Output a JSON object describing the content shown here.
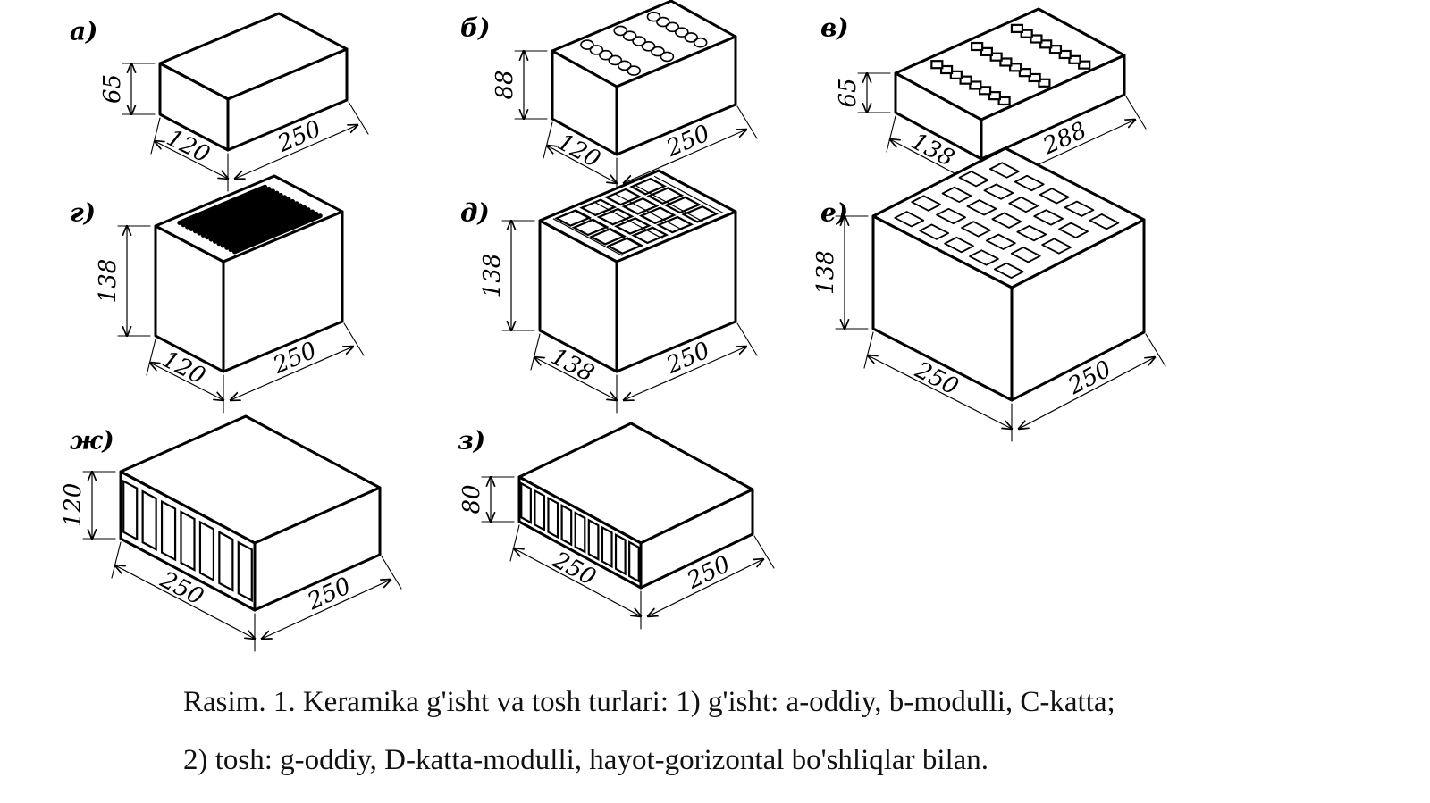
{
  "figure": {
    "panels": [
      {
        "id": "a",
        "label": "а)",
        "height": "65",
        "width": "120",
        "length": "250",
        "holes": "none"
      },
      {
        "id": "b",
        "label": "б)",
        "height": "88",
        "width": "120",
        "length": "250",
        "holes": "round"
      },
      {
        "id": "v",
        "label": "в)",
        "height": "65",
        "width": "138",
        "length": "288",
        "holes": "square"
      },
      {
        "id": "g",
        "label": "г)",
        "height": "138",
        "width": "120",
        "length": "250",
        "holes": "slots"
      },
      {
        "id": "d",
        "label": "д)",
        "height": "138",
        "width": "138",
        "length": "250",
        "holes": "grid"
      },
      {
        "id": "e",
        "label": "е)",
        "height": "138",
        "width": "250",
        "length": "250",
        "holes": "blocks"
      },
      {
        "id": "zh",
        "label": "ж)",
        "height": "120",
        "width": "250",
        "length": "250",
        "holes": "horizontal"
      },
      {
        "id": "z",
        "label": "з)",
        "height": "80",
        "width": "250",
        "length": "250",
        "holes": "horizontal"
      }
    ]
  },
  "caption": {
    "line1": "Rasim. 1. Keramika g'isht va tosh turlari: 1) g'isht: a-oddiy, b-modulli, C-katta;",
    "line2": "2) tosh: g-oddiy, D-katta-modulli, hayot-gorizontal bo'shliqlar bilan."
  }
}
